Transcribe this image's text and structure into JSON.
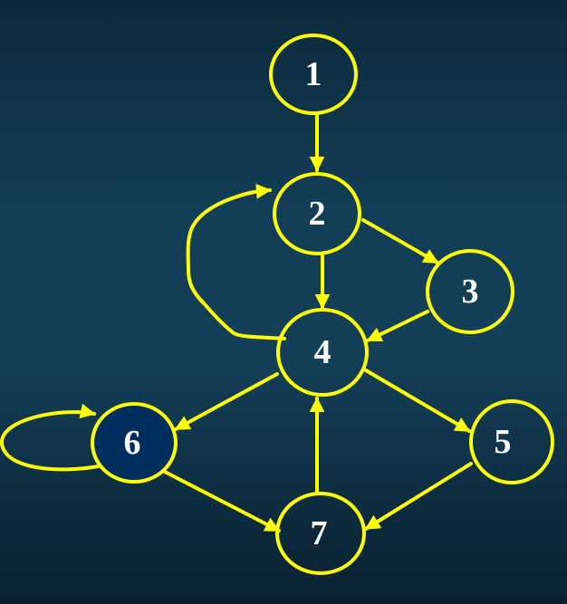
{
  "diagram": {
    "colors": {
      "stroke": "#ffff00",
      "node_fill": "transparent",
      "highlight_fill": "#002e5e",
      "label": "#ffffff"
    },
    "nodes": [
      {
        "id": "1",
        "label": "1",
        "highlighted": false
      },
      {
        "id": "2",
        "label": "2",
        "highlighted": false
      },
      {
        "id": "3",
        "label": "3",
        "highlighted": false
      },
      {
        "id": "4",
        "label": "4",
        "highlighted": false
      },
      {
        "id": "5",
        "label": "5",
        "highlighted": false
      },
      {
        "id": "6",
        "label": "6",
        "highlighted": true
      },
      {
        "id": "7",
        "label": "7",
        "highlighted": false
      }
    ],
    "edges": [
      {
        "from": "1",
        "to": "2"
      },
      {
        "from": "2",
        "to": "3"
      },
      {
        "from": "2",
        "to": "4"
      },
      {
        "from": "3",
        "to": "4"
      },
      {
        "from": "4",
        "to": "2"
      },
      {
        "from": "4",
        "to": "6"
      },
      {
        "from": "4",
        "to": "5"
      },
      {
        "from": "6",
        "to": "6"
      },
      {
        "from": "6",
        "to": "7"
      },
      {
        "from": "7",
        "to": "4"
      },
      {
        "from": "5",
        "to": "7"
      }
    ]
  }
}
